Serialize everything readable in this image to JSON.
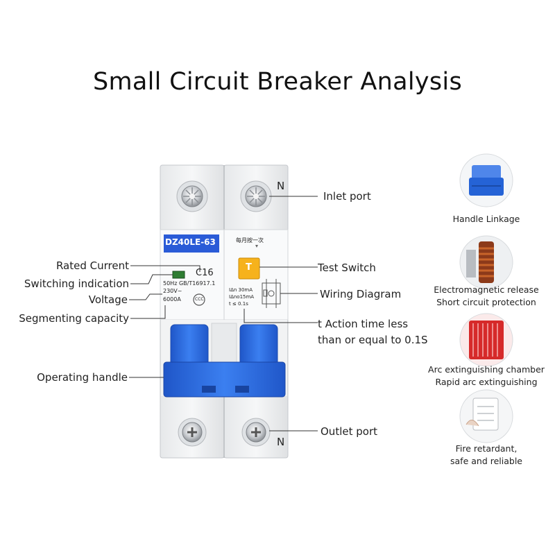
{
  "title": "Small Circuit Breaker Analysis",
  "device": {
    "model": "DZ40LE-63",
    "current": "C16",
    "spec_line1": "50Hz  GB/T16917.1",
    "spec_line2": "230V~",
    "spec_line3": "6000A",
    "ccc": "CCC",
    "test_note": "每月按一次",
    "test_button": "T",
    "rcd_line1": "IΔn  30mA",
    "rcd_line2": "IΔno15mA",
    "rcd_line3": "t  ≤ 0.1s",
    "neutral_top": "N",
    "neutral_bottom": "N"
  },
  "left_labels": {
    "rated_current": "Rated Current",
    "switching_indication": "Switching indication",
    "voltage": "Voltage",
    "segmenting_capacity": "Segmenting capacity",
    "operating_handle": "Operating handle"
  },
  "right_labels": {
    "inlet_port": "Inlet port",
    "test_switch": "Test Switch",
    "wiring_diagram": "Wiring Diagram",
    "action_time_line1": "t Action time less",
    "action_time_line2": "than or equal to 0.1S",
    "outlet_port": "Outlet port"
  },
  "features": [
    {
      "icon": "handle-linkage-photo",
      "line1": "Handle Linkage",
      "line2": ""
    },
    {
      "icon": "electromagnetic-release-photo",
      "line1": "Electromagnetic release",
      "line2": "Short circuit protection"
    },
    {
      "icon": "arc-chamber-photo",
      "line1": "Arc extinguishing chamber",
      "line2": "Rapid arc extinguishing"
    },
    {
      "icon": "fire-retardant-photo",
      "line1": "Fire retardant,",
      "line2": "safe and reliable"
    }
  ],
  "colors": {
    "handle_blue": "#2f6fe0",
    "model_label_blue": "#2a5bd7",
    "test_button_yellow": "#f6b21c",
    "indicator_green": "#2e7d32"
  }
}
